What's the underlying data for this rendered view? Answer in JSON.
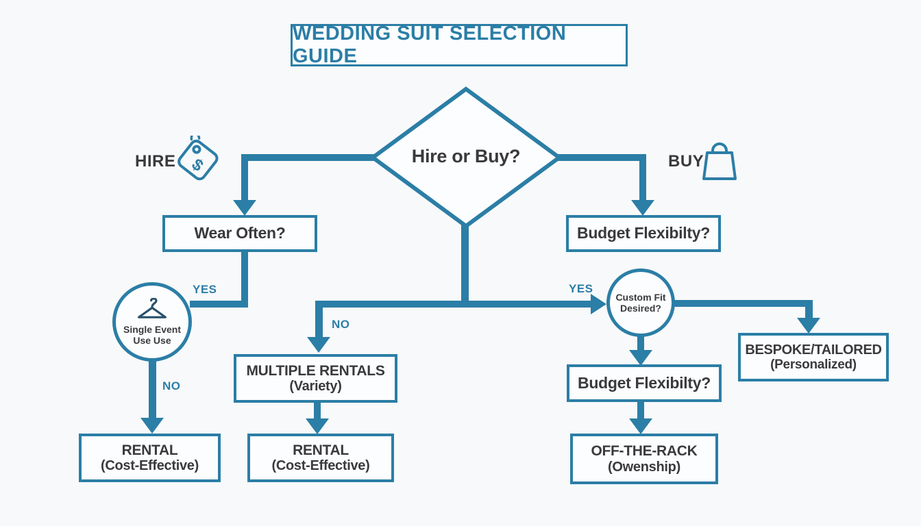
{
  "title": "WEDDING SUIT SELECTION GUIDE",
  "root": {
    "question": "Hire or Buy?"
  },
  "branches": {
    "hire_label": "HIRE",
    "buy_label": "BUY"
  },
  "edge_labels": {
    "wear_often_yes": "YES",
    "single_event_no": "NO",
    "multiple_rentals_no": "NO",
    "custom_fit_yes": "YES"
  },
  "nodes": {
    "wear_often": {
      "question": "Wear Often?"
    },
    "budget_flexibility_top": {
      "question": "Budget Flexibilty?"
    },
    "single_event": {
      "line1": "Single Event",
      "line2": "Use Use"
    },
    "custom_fit": {
      "line1": "Custom Fit",
      "line2": "Desired?"
    },
    "multiple_rentals": {
      "line1": "MULTIPLE RENTALS",
      "line2": "(Variety)"
    },
    "rental_left": {
      "line1": "RENTAL",
      "line2": "(Cost-Effective)"
    },
    "rental_middle": {
      "line1": "RENTAL",
      "line2": "(Cost-Effective)"
    },
    "bespoke": {
      "line1": "BESPOKE/TAILORED",
      "line2": "(Personalized)"
    },
    "budget_flexibility_right": {
      "question": "Budget Flexibilty?"
    },
    "off_the_rack": {
      "line1": "OFF-THE-RACK",
      "line2": "(Owenship)"
    }
  },
  "icons": {
    "hire": "price-tag-icon",
    "buy": "shopping-bag-icon",
    "single_event": "hanger-icon",
    "tag_symbol": "$"
  },
  "colors": {
    "accent": "#2b7ea6",
    "text_dark": "#3a3a3c",
    "background": "#f8f9fa",
    "node_fill": "#fcfdfe",
    "icon_dark": "#27506a"
  }
}
